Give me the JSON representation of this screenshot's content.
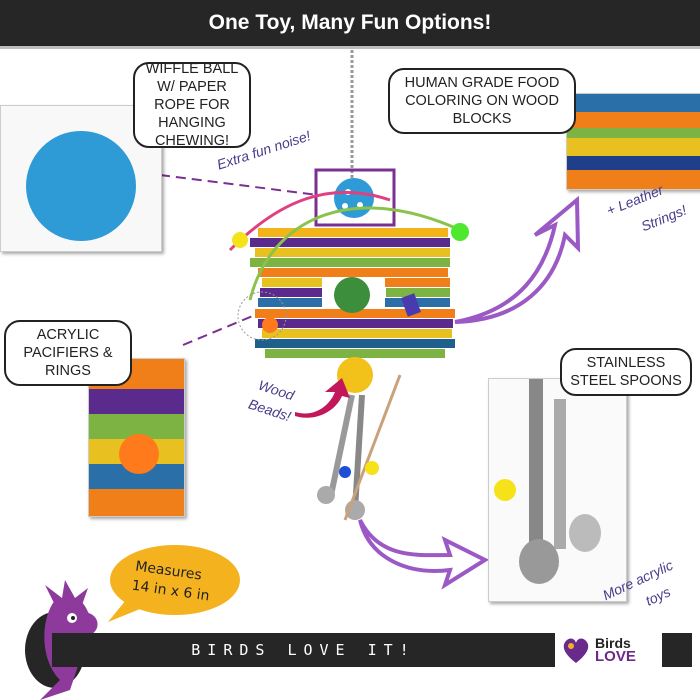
{
  "header": {
    "title": "One Toy, Many Fun Options!"
  },
  "callouts": {
    "wiffle": "WIFFLE BALL W/ PAPER ROPE FOR HANGING CHEWING!",
    "coloring": "HUMAN GRADE FOOD COLORING ON WOOD BLOCKS",
    "pacifiers": "ACRYLIC PACIFIERS & RINGS",
    "spoons": "STAINLESS STEEL SPOONS"
  },
  "notes": {
    "noise": "Extra fun noise!",
    "leather_1": "+ Leather",
    "leather_2": "Strings!",
    "beads_1": "Wood",
    "beads_2": "Beads!",
    "acrylic_1": "More acrylic",
    "acrylic_2": "toys"
  },
  "bubble": {
    "line1": "Measures",
    "line2": "14 in x 6 in"
  },
  "footer": {
    "tagline": "BIRDS LOVE IT!",
    "logo_top": "Birds",
    "logo_bottom": "LOVE"
  },
  "colors": {
    "purple": "#9b59c6",
    "magenta": "#c2185b",
    "dark": "#262626",
    "yellow": "#f5b21f",
    "parrot": "#8e3a9c"
  }
}
